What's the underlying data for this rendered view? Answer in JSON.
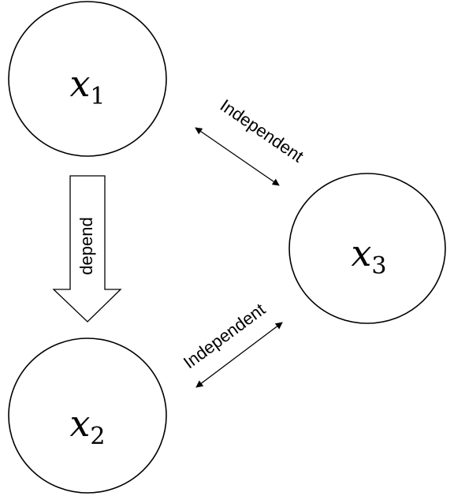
{
  "nodes": {
    "x1": {
      "var": "x",
      "sub": "1"
    },
    "x2": {
      "var": "x",
      "sub": "2"
    },
    "x3": {
      "var": "x",
      "sub": "3"
    }
  },
  "edges": {
    "depend_label": "depend",
    "independent_top_label": "Independent",
    "independent_bottom_label": "Independent"
  },
  "colors": {
    "stroke": "#000000",
    "fill": "#ffffff"
  }
}
